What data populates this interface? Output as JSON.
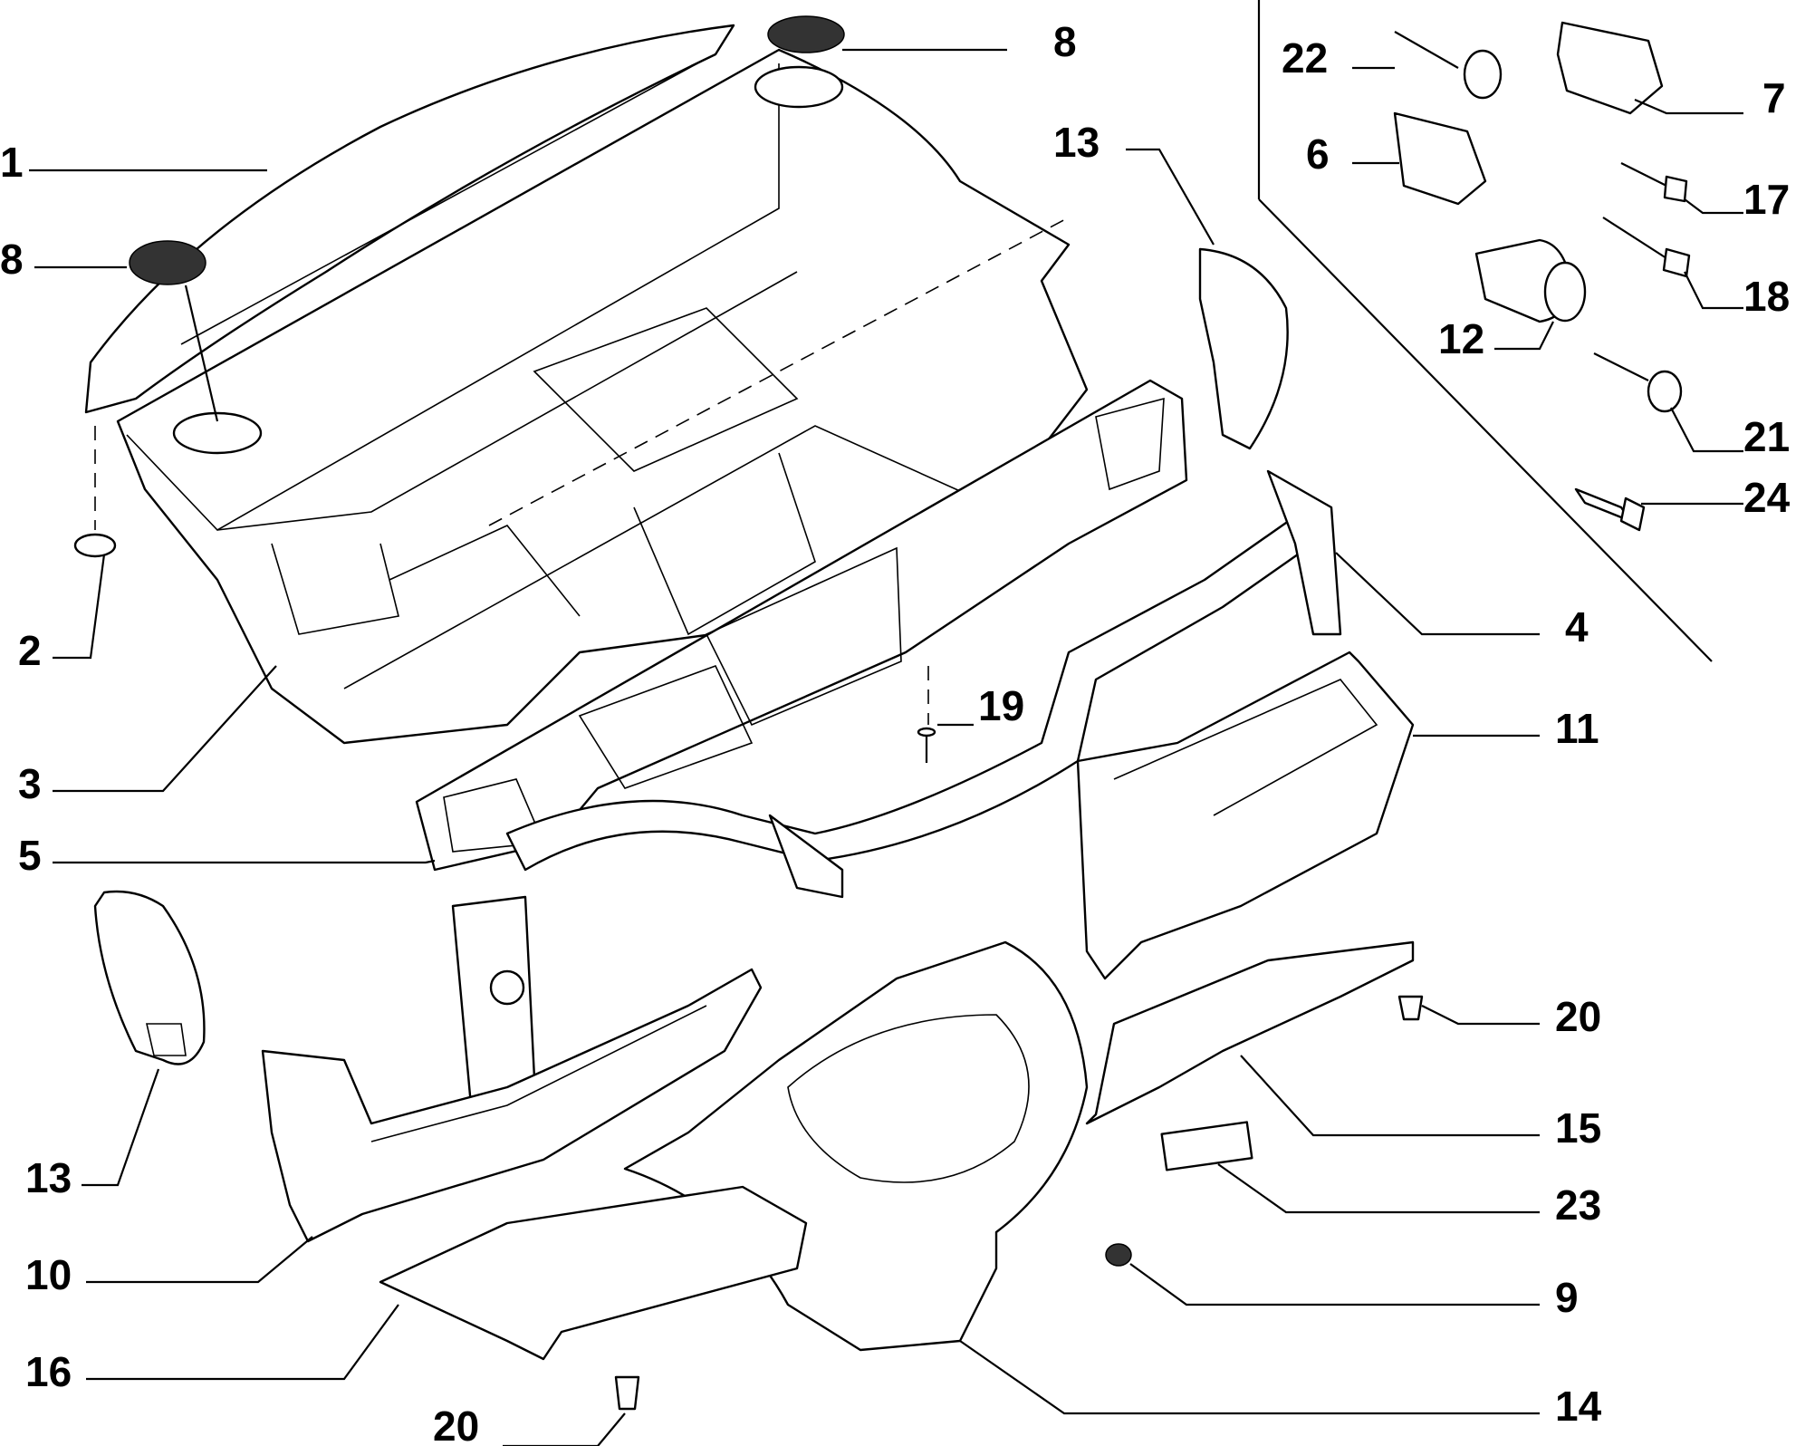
{
  "callouts": {
    "c1": "1",
    "c8a": "8",
    "c8b": "8",
    "c2": "2",
    "c3": "3",
    "c5": "5",
    "c13a": "13",
    "c13b": "13",
    "c10": "10",
    "c16": "16",
    "c20a": "20",
    "c20b": "20",
    "c14": "14",
    "c9": "9",
    "c23": "23",
    "c15": "15",
    "c11": "11",
    "c4": "4",
    "c19": "19",
    "c22": "22",
    "c6": "6",
    "c7": "7",
    "c17": "17",
    "c18": "18",
    "c12": "12",
    "c21": "21",
    "c24": "24"
  }
}
